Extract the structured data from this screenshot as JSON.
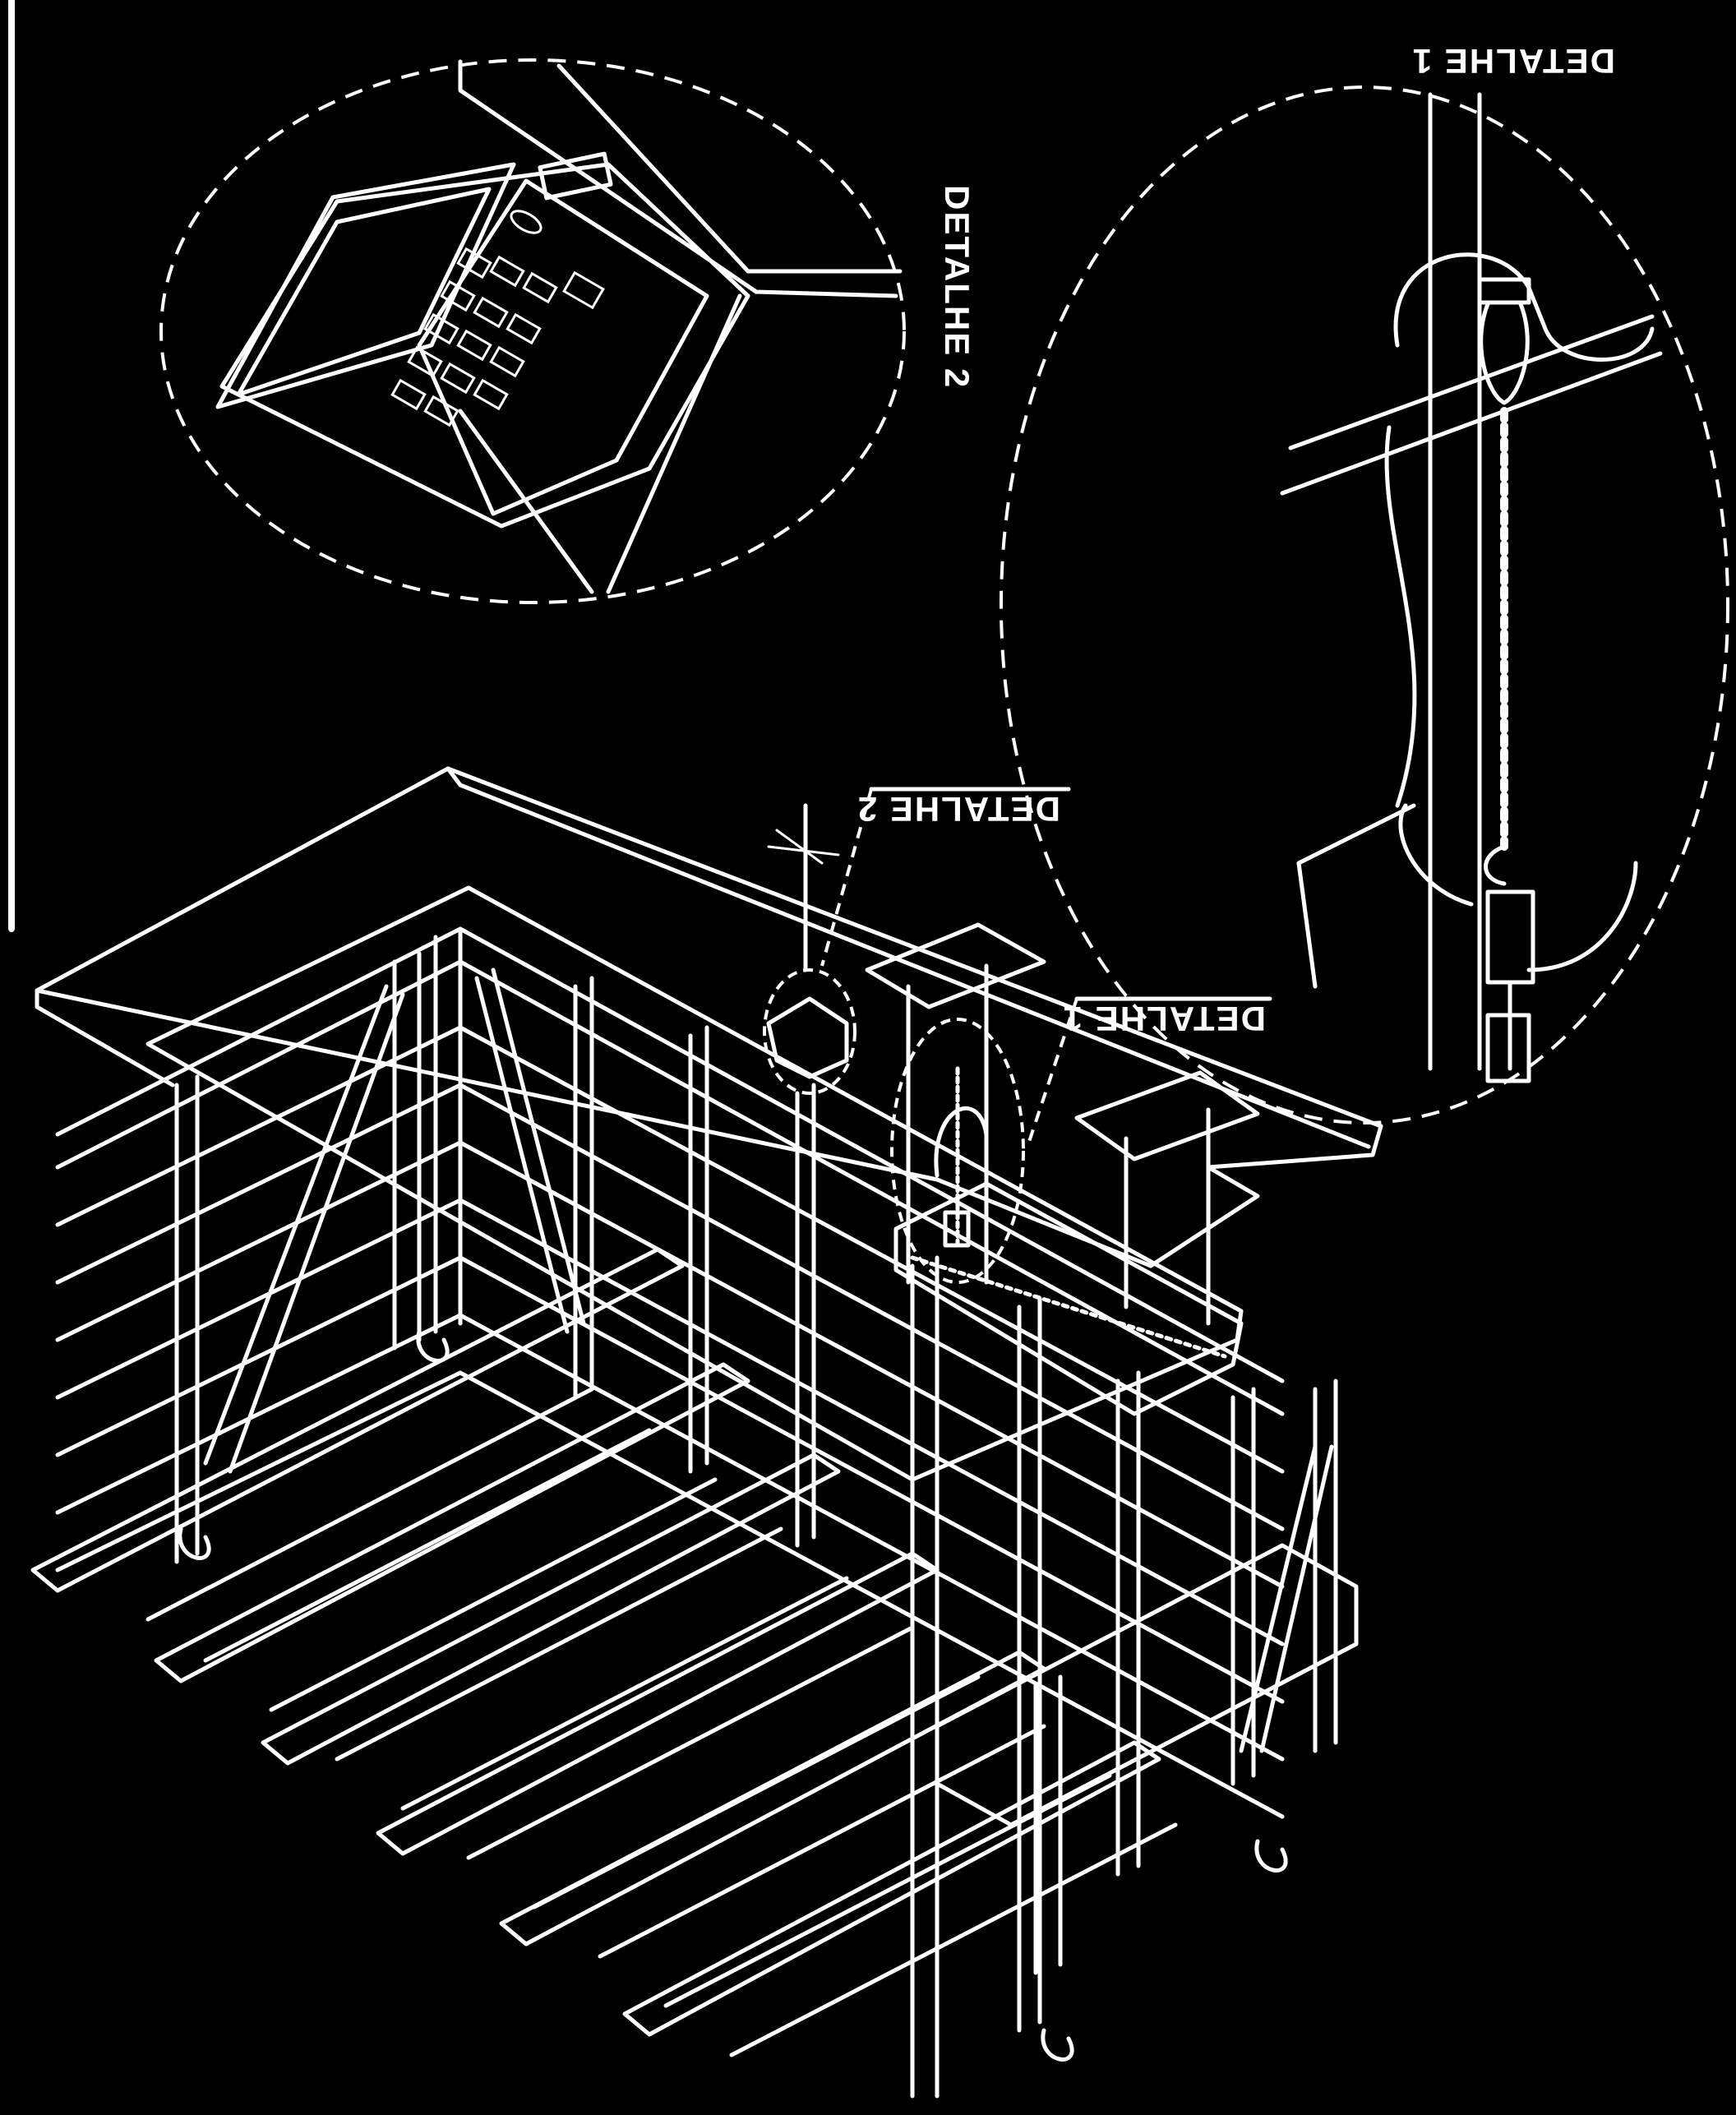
{
  "labels": {
    "detail_1_title": "DETALHE 1",
    "detail_2_title": "DETALHE 2",
    "detail_1_callout": "DETALHE 1",
    "detail_2_callout": "DETALHE 2"
  },
  "colors": {
    "background": "#000000",
    "line": "#ffffff"
  }
}
